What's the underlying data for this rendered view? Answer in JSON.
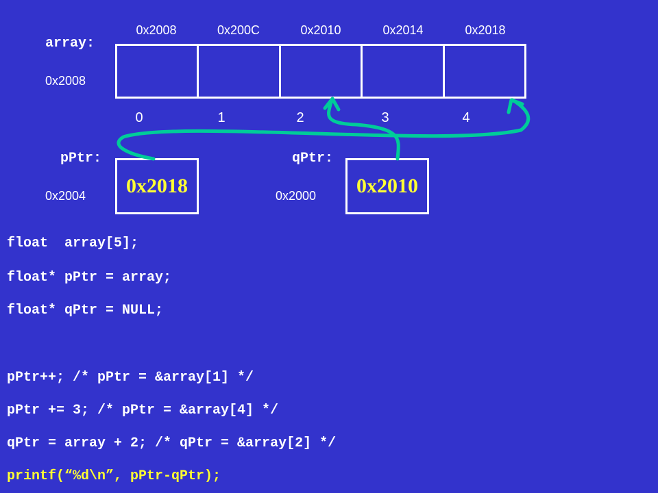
{
  "array": {
    "label": "array:",
    "base_address": "0x2008",
    "cell_addresses": [
      "0x2008",
      "0x200C",
      "0x2010",
      "0x2014",
      "0x2018"
    ],
    "indices": [
      "0",
      "1",
      "2",
      "3",
      "4"
    ]
  },
  "pPtr": {
    "label": "pPtr:",
    "address": "0x2004",
    "value": "0x2018",
    "points_to_index": 4
  },
  "qPtr": {
    "label": "qPtr:",
    "address": "0x2000",
    "value": "0x2010",
    "points_to_index": 2
  },
  "colors": {
    "background": "#3333cc",
    "foreground": "#ffffff",
    "highlight": "#ffff33",
    "arrow": "#00cc99"
  },
  "code": [
    {
      "text": "float  array[5];",
      "highlight": false
    },
    {
      "text": "float* pPtr = array;",
      "highlight": false
    },
    {
      "text": "float* qPtr = NULL;",
      "highlight": false
    },
    {
      "text": "",
      "highlight": false
    },
    {
      "text": "pPtr++; /* pPtr = &array[1] */",
      "highlight": false
    },
    {
      "text": "pPtr += 3; /* pPtr = &array[4] */",
      "highlight": false
    },
    {
      "text": "qPtr = array + 2; /* qPtr = &array[2] */",
      "highlight": false
    },
    {
      "text": "printf(“%d\\n”, pPtr-qPtr);",
      "highlight": true
    }
  ]
}
